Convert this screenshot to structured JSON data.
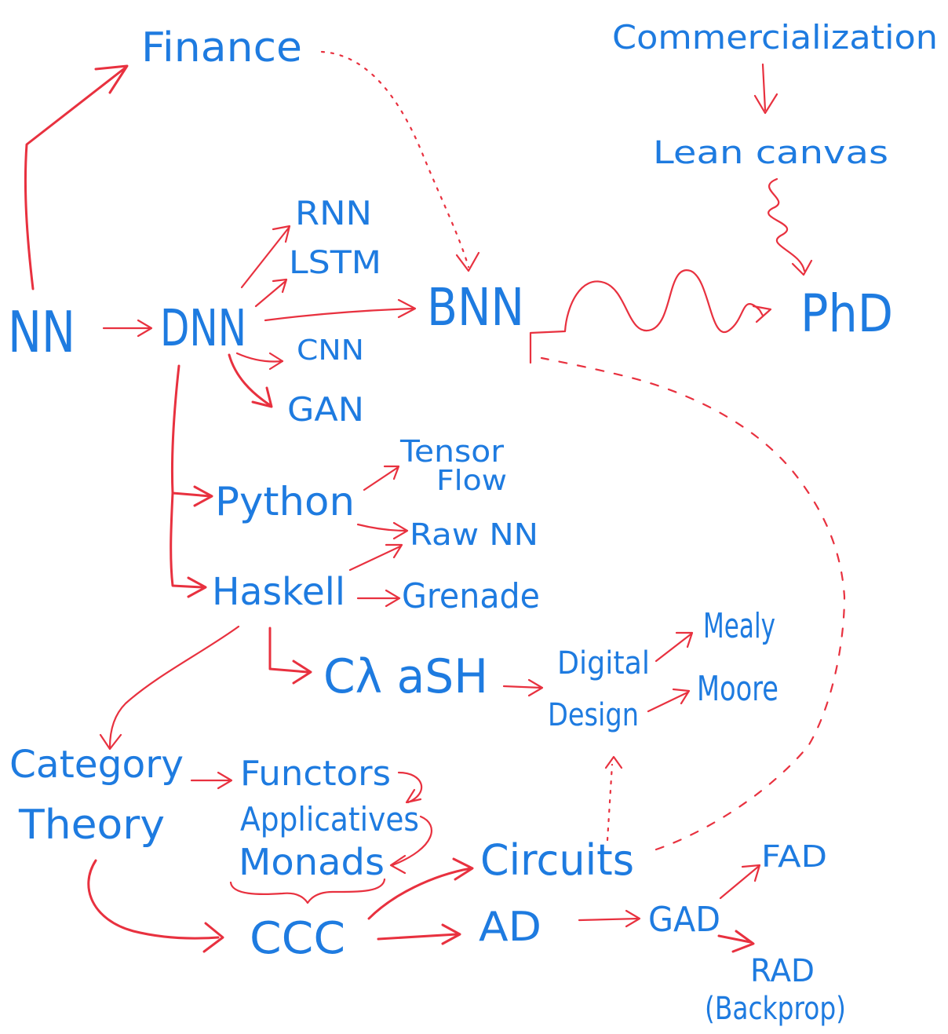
{
  "colors": {
    "node_text": "#1e7be0",
    "edge": "#e8313f",
    "background": "#ffffff"
  },
  "nodes": {
    "finance": "Finance",
    "commercialization": "Commercialization",
    "lean_canvas": "Lean canvas",
    "rnn": "RNN",
    "lstm": "LSTM",
    "bnn": "BNN",
    "phd": "PhD",
    "nn": "NN",
    "dnn": "DNN",
    "cnn": "CNN",
    "gan": "GAN",
    "tensor": "Tensor",
    "flow": "Flow",
    "python": "Python",
    "raw_nn": "Raw NN",
    "haskell": "Haskell",
    "grenade": "Grenade",
    "clash": "Cλ aSH",
    "digital": "Digital",
    "design": "Design",
    "mealy": "Mealy",
    "moore": "Moore",
    "category": "Category",
    "theory": "Theory",
    "functors": "Functors",
    "applicatives": "Applicatives",
    "monads": "Monads",
    "circuits": "Circuits",
    "ccc": "CCC",
    "ad": "AD",
    "fad": "FAD",
    "gad": "GAD",
    "rad": "RAD",
    "backprop": "(Backprop)"
  }
}
